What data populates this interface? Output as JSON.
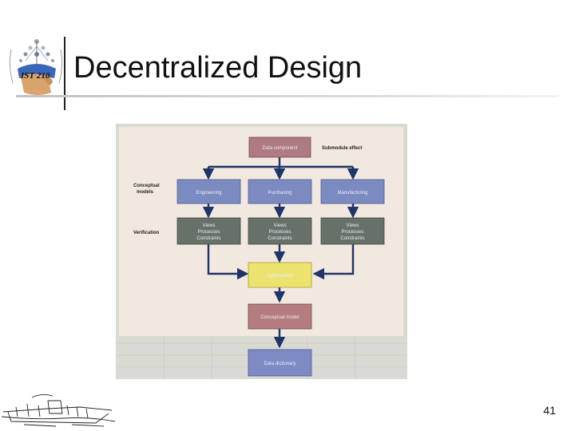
{
  "slide": {
    "title": "Decentralized Design",
    "page_number": "41",
    "logo_text": "IST 210"
  },
  "diagram": {
    "top_box": "Data component",
    "top_side_label": "Submodule effect",
    "row_labels": [
      "Conceptual",
      "models",
      "Verification"
    ],
    "modules": [
      "Engineering",
      "Purchasing",
      "Manufacturing"
    ],
    "views": [
      [
        "Views",
        "Processes",
        "Constraints"
      ],
      [
        "Views",
        "Processes",
        "Constraints"
      ],
      [
        "Views",
        "Processes",
        "Constraints"
      ]
    ],
    "aggregation": "Aggregation",
    "conceptual_model": "Conceptual model",
    "data_dictionary": "Data dictionary"
  },
  "colors": {
    "diagram_bg": "#f1e9e0",
    "data_box": "#b07a82",
    "module_box": "#7c8ac2",
    "view_box": "#67716a",
    "aggregation_box": "#ece36e",
    "model_box": "#b57c80",
    "dictionary_box": "#7d8ac4",
    "connector": "#1f3468"
  }
}
